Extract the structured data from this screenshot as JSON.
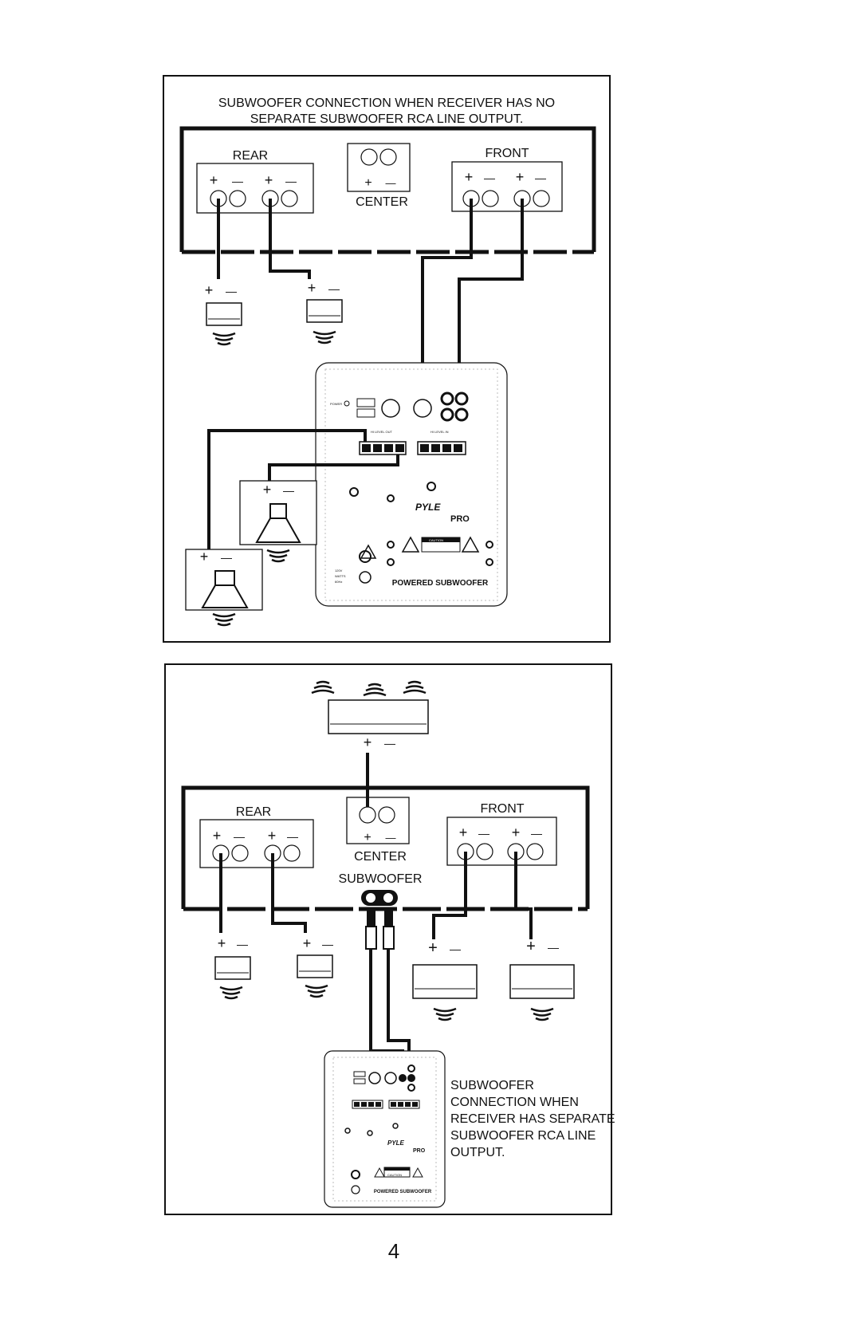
{
  "top_panel": {
    "caption_line1": "SUBWOOFER CONNECTION WHEN RECEIVER HAS NO",
    "caption_line2": "SEPARATE SUBWOOFER RCA LINE OUTPUT.",
    "rear_label": "REAR",
    "front_label": "FRONT",
    "center_label": "CENTER",
    "plus": "+",
    "minus": "—",
    "sub_panel": {
      "level_out": "HI LEVEL OUT",
      "level_in": "HI LEVEL IN",
      "brand": "PYLE",
      "series": "PRO",
      "caution": "CAUTION",
      "power": "POWER",
      "voltage": "120V",
      "watts": "WATTS",
      "freq": "60Hz",
      "title": "POWERED SUBWOOFER"
    }
  },
  "bottom_panel": {
    "rear_label": "REAR",
    "front_label": "FRONT",
    "center_label": "CENTER",
    "subwoofer_label": "SUBWOOFER",
    "plus": "+",
    "minus": "—",
    "caption_lines": [
      "SUBWOOFER",
      "CONNECTION WHEN",
      "RECEIVER HAS SEPARATE",
      "SUBWOOFER RCA LINE",
      "OUTPUT."
    ],
    "sub_panel": {
      "brand": "PYLE",
      "series": "PRO",
      "caution": "CAUTION",
      "title": "POWERED SUBWOOFER"
    }
  },
  "page_number": "4"
}
